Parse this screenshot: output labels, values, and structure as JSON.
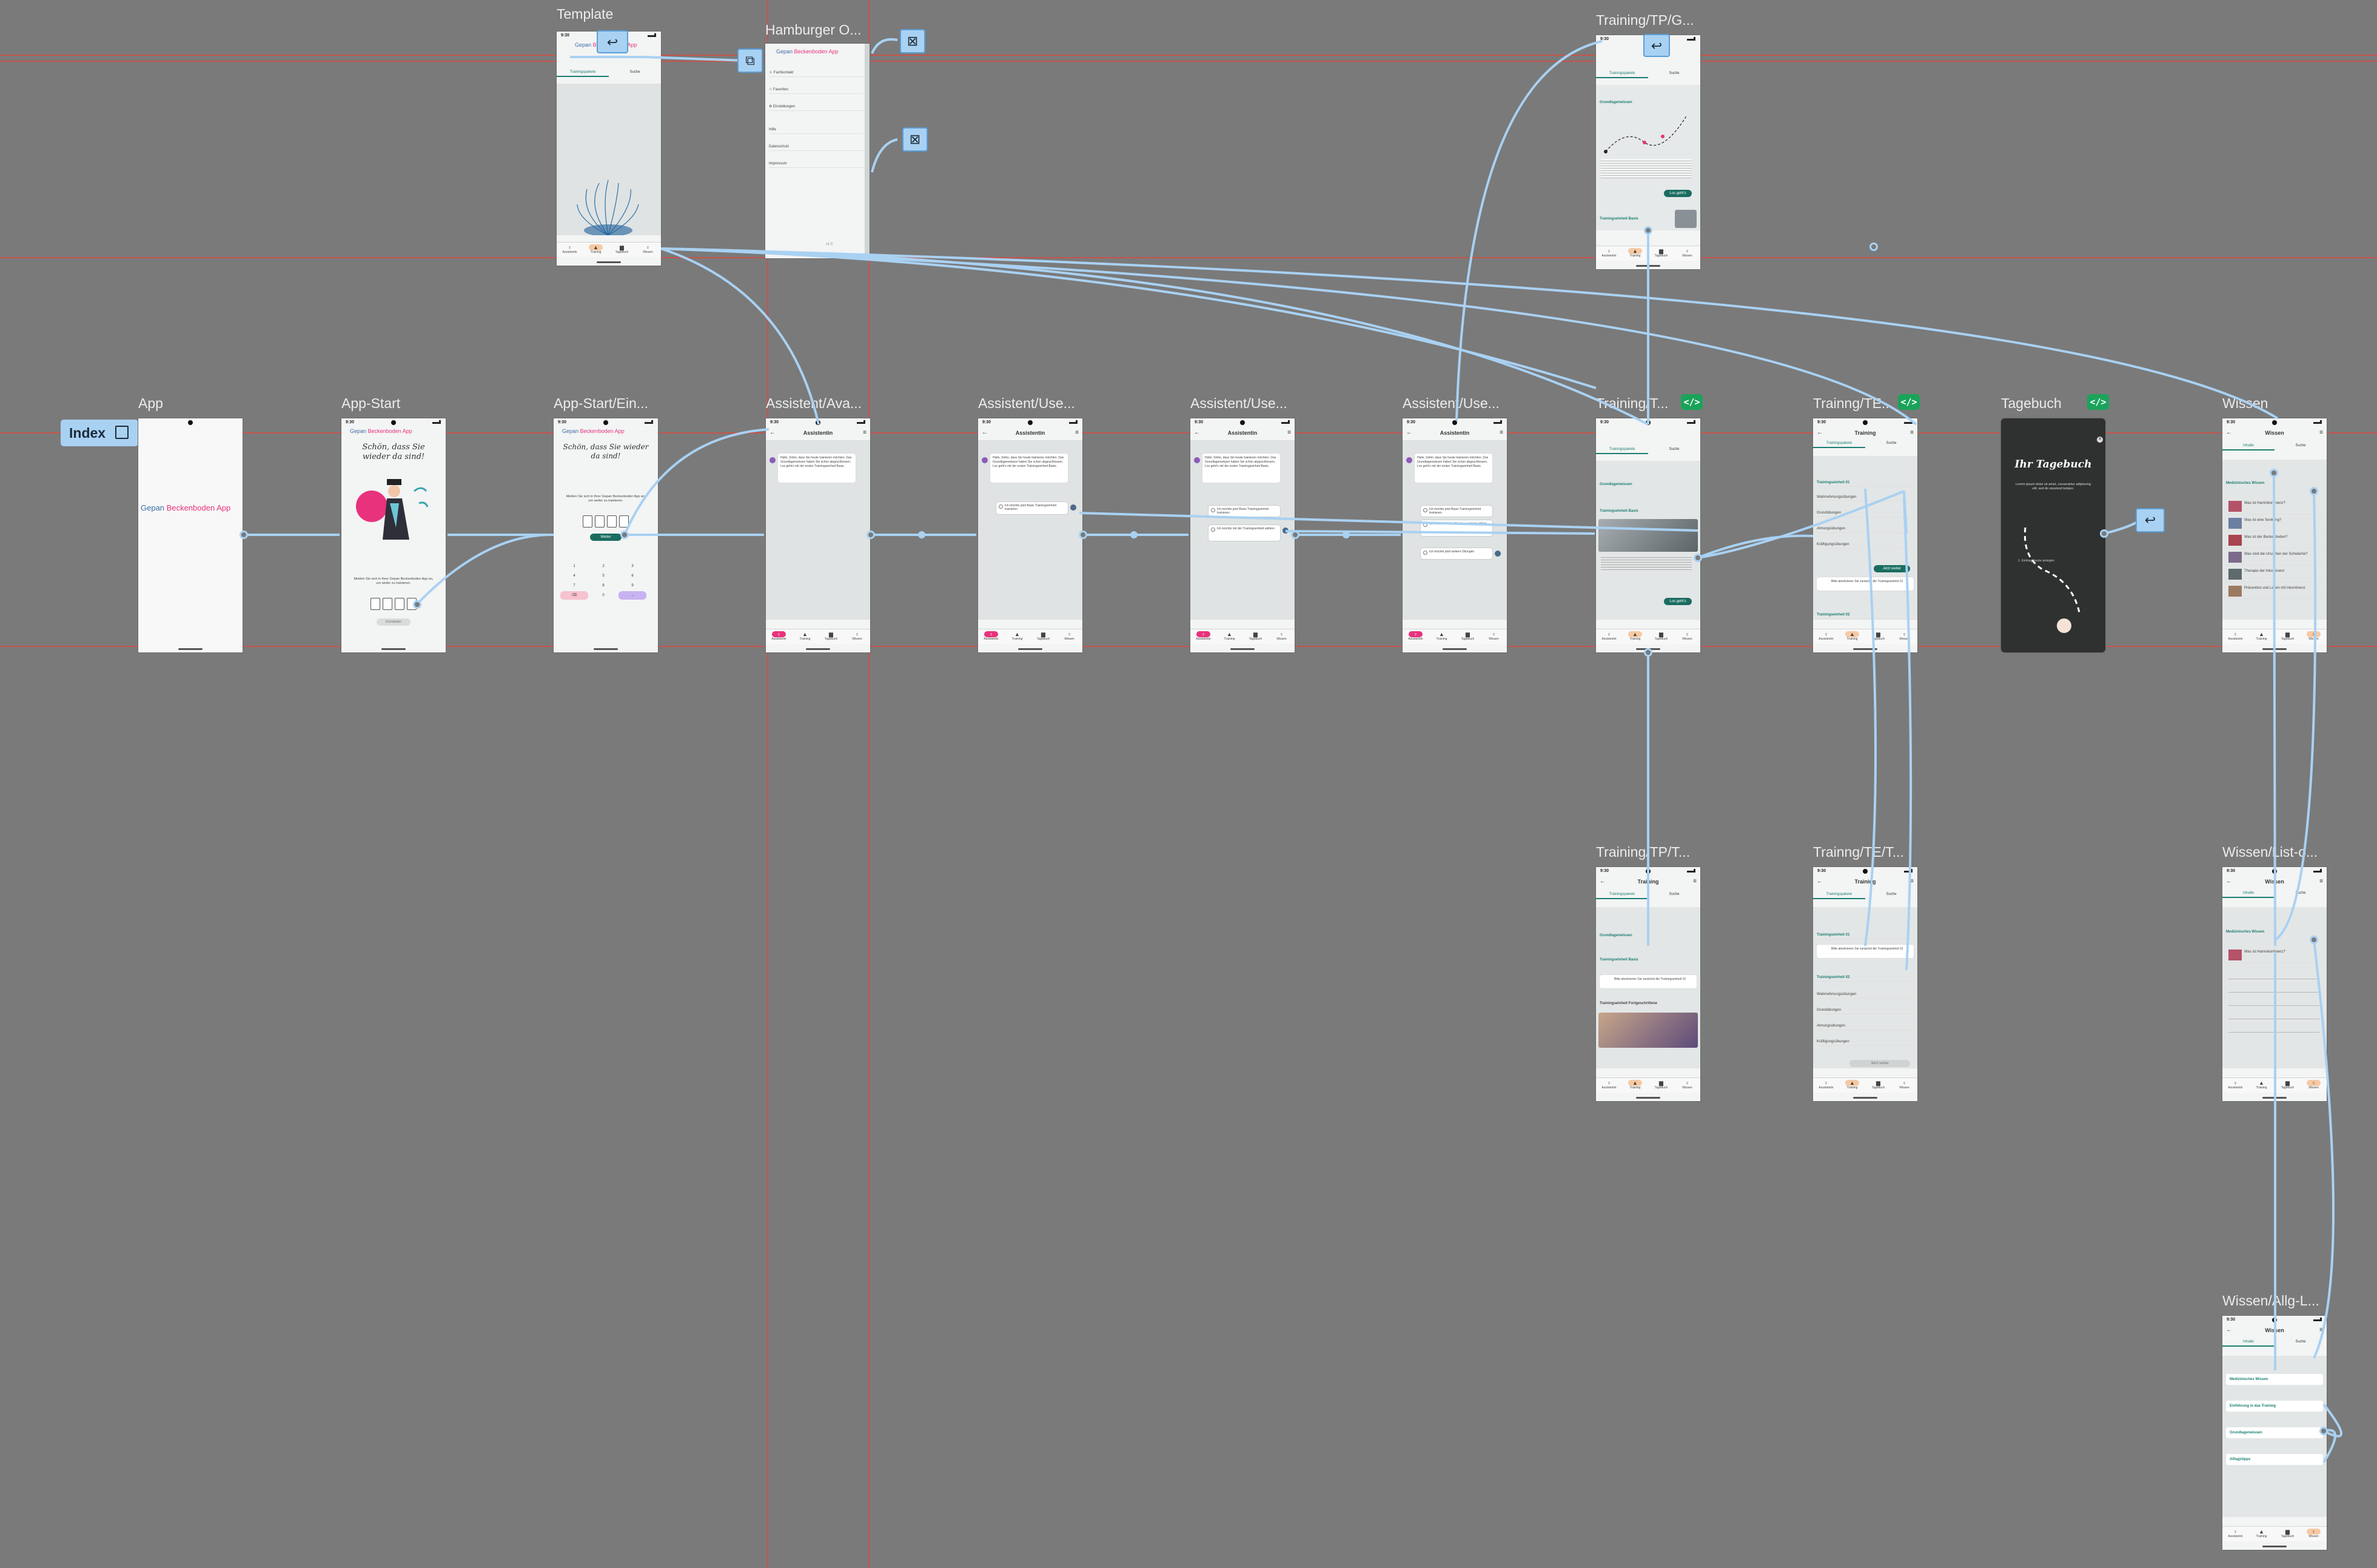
{
  "index_label": "Index",
  "frames": {
    "template": "Template",
    "hamburger": "Hamburger O...",
    "training_tp_g": "Training/TP/G...",
    "app": "App",
    "app_start": "App-Start",
    "app_start_ein": "App-Start/Ein...",
    "assistent_ava": "Assistent/Ava...",
    "assistent_use1": "Assistent/Use...",
    "assistent_use2": "Assistent/Use...",
    "assistent_use3": "Assistent/Use...",
    "training_t": "Training/T...",
    "trainng_te": "Trainng/TE...",
    "tagebuch": "Tagebuch",
    "wissen": "Wissen",
    "training_tp_t": "Training/TP/T...",
    "trainng_te_t": "Trainng/TE/T...",
    "wissen_list": "Wissen/List-o...",
    "wissen_allg": "Wissen/Allg-L..."
  },
  "code_badge": "</>",
  "status_time": "9:30",
  "brand": {
    "part1": "Gepan",
    "part2": "Beckenboden App"
  },
  "nav": {
    "item1": "Assistentin",
    "item2": "Training",
    "item3": "Tagebuch",
    "item4": "Wissen"
  },
  "tabs": {
    "left": "Trainingspakete",
    "right": "Suche",
    "left_wissen": "Inhalte",
    "right_wissen": "Suche"
  },
  "titles": {
    "assistentin": "Assistentin",
    "training": "Training",
    "wissen": "Wissen",
    "tagebuch": "Ihr Tagebuch"
  },
  "welcome": {
    "headline": "Schön, dass Sie wieder da sind!",
    "body": "Melden Sie sich in Ihrer Gepan Beckenboden App an, um weiter zu trainieren.",
    "button": "Weiter",
    "login": "Anmelden"
  },
  "hamburger_menu": [
    "Fachkontakt",
    "Favoriten",
    "Einstellungen",
    "Hilfe",
    "Datenschutz",
    "Impressum"
  ],
  "hamburger_footer": "v1.0",
  "assistant_msg": "Hallo, Sinhn, dass Sie heute trainieren möchten. Das Grundlagenwissen haben Sie schon abgeschlossen. Los geht's mit der ersten Trainingseinheit Basis.",
  "options": [
    "Ich möchte jetzt Basis Trainingseinheit trainieren",
    "Ich möchte mit der Trainingseinheit wählen",
    "Ich möchte jetzt weitere Übungen"
  ],
  "training_sections": {
    "grundlagen": "Grundlagenwissen",
    "basis": "Trainingseinheit Basis",
    "fortgeschritten": "Trainingseinheit Fortgeschrittene",
    "button": "Los geht's"
  },
  "te_list": [
    "Trainingseinheit 01",
    "Wahrnehmungsübungen",
    "Grundübungen",
    "Atmungsübungen",
    "Kräftigungsübungen",
    "Trainingseinheit 02"
  ],
  "te_info": "Bitte absolvieren Sie zunächst die Trainingseinheit 01",
  "te_button": "Jetzt weiter",
  "tagebuch_body": "Lorem ipsum dolor sit amet, consectetur adipiscing elit, sed do eiusmod tempor.",
  "tagebuch_input": "1. Eintrag heute anlegen",
  "wissen_section": "Medizinisches Wissen",
  "wissen_items": [
    "Was ist Harninkontinenz?",
    "Was ist eine Senkung?",
    "Was ist der Beckenboden?",
    "Was sind die Ursachen der Schwäche?",
    "Therapie der Inkontinenz",
    "Prävention und Leben mit Inkontinenz"
  ],
  "wissen_allg": [
    "Medizinisches Wissen",
    "Einführung in das Training",
    "Grundlagenwissen",
    "Alltagstipps"
  ],
  "keypad": [
    "1",
    "2",
    "3",
    "4",
    "5",
    "6",
    "7",
    "8",
    "9",
    "",
    "0",
    ""
  ],
  "colors": {
    "canvas": "#7a7a7a",
    "connector": "#a9d1f2",
    "guide": "#e0483e",
    "accent_teal": "#1a6d60",
    "accent_pink": "#e8327c",
    "badge": "#1aa35a"
  }
}
